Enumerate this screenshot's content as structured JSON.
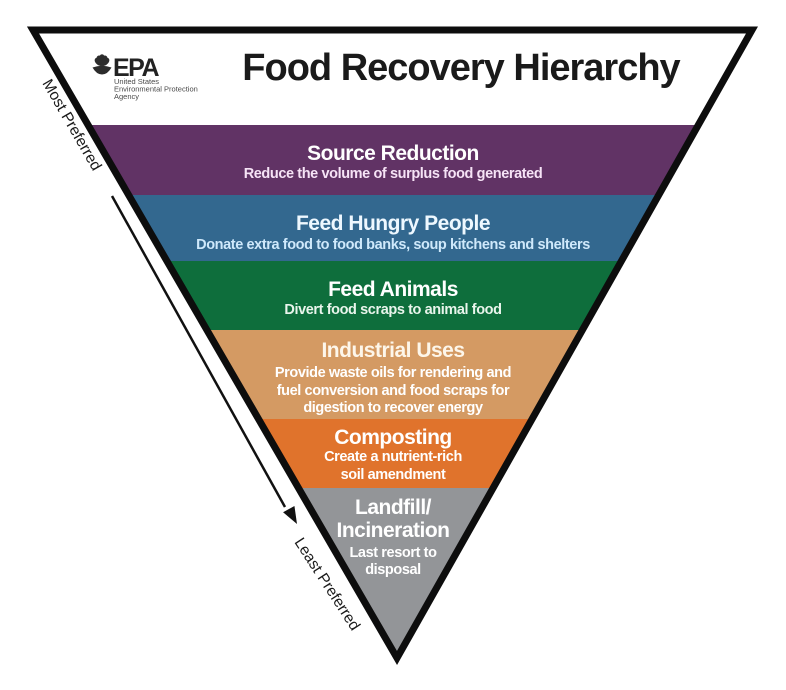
{
  "page": {
    "background": "#ffffff",
    "outline_color": "#0d0d0d"
  },
  "header": {
    "title": "Food Recovery Hierarchy",
    "epa_logo": {
      "org": "EPA",
      "tagline_lines": [
        "United States",
        "Environmental Protection",
        "Agency"
      ]
    }
  },
  "preference_axis": {
    "most_label": "Most Preferred",
    "least_label": "Least Preferred"
  },
  "levels": [
    {
      "name_lines": [
        "Source Reduction"
      ],
      "desc_lines": [
        "Reduce the volume of surplus food generated"
      ],
      "color": "#613365",
      "title_color": "#ffffff",
      "desc_color": "#f6e3f6"
    },
    {
      "name_lines": [
        "Feed Hungry People"
      ],
      "desc_lines": [
        "Donate extra food to food banks, soup kitchens and shelters"
      ],
      "color": "#33688f",
      "title_color": "#eef8ff",
      "desc_color": "#cfe9fb"
    },
    {
      "name_lines": [
        "Feed Animals"
      ],
      "desc_lines": [
        "Divert food scraps to animal food"
      ],
      "color": "#0e6e3c",
      "title_color": "#ffffff",
      "desc_color": "#e9f5ec"
    },
    {
      "name_lines": [
        "Industrial Uses"
      ],
      "desc_lines": [
        "Provide waste oils for rendering and",
        "fuel conversion and food scraps for",
        "digestion to recover energy"
      ],
      "color": "#d49a63",
      "title_color": "#fdf6ea",
      "desc_color": "#ffffff"
    },
    {
      "name_lines": [
        "Composting"
      ],
      "desc_lines": [
        "Create a nutrient-rich",
        "soil amendment"
      ],
      "color": "#e0732c",
      "title_color": "#ffffff",
      "desc_color": "#ffffff"
    },
    {
      "name_lines": [
        "Landfill/",
        "Incineration"
      ],
      "desc_lines": [
        "Last resort to",
        "disposal"
      ],
      "color": "#939598",
      "title_color": "#ffffff",
      "desc_color": "#ffffff"
    }
  ]
}
